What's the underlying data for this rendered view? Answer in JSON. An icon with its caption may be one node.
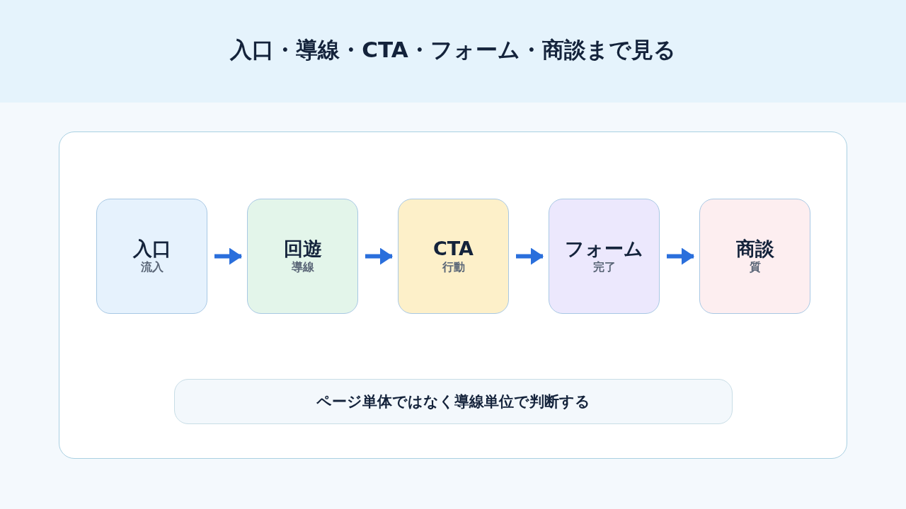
{
  "diagram": {
    "title": "入口・導線・CTA・フォーム・商談まで見る",
    "nodes": [
      {
        "text": [
          "入口",
          "流入"
        ]
      },
      {
        "text": [
          "回遊",
          "導線"
        ]
      },
      {
        "text": [
          "CTA",
          "行動"
        ]
      },
      {
        "text": [
          "フォーム",
          "完了"
        ]
      },
      {
        "text": [
          "商談",
          "質"
        ]
      },
      {
        "text": [
          "ページ単体ではなく導線単位で判断する"
        ]
      }
    ],
    "edges": [
      {
        "from": 0,
        "to": 1,
        "arrow": "to"
      },
      {
        "from": 1,
        "to": 2,
        "arrow": "to"
      },
      {
        "from": 2,
        "to": 3,
        "arrow": "to"
      },
      {
        "from": 3,
        "to": 4,
        "arrow": "to"
      }
    ]
  }
}
